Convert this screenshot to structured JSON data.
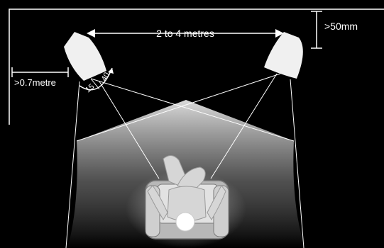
{
  "labels": {
    "speaker_spacing": "2 to 4 metres",
    "ceiling_clearance": ">50mm",
    "wall_clearance": ">0.7metre",
    "toe_in_min": "15",
    "toe_in_max": "40"
  },
  "colors": {
    "background": "#000000",
    "lines": "#ffffff",
    "speaker": "#f2f2f2",
    "listening_area_top": "#f0f0f0",
    "listening_area_bottom": "#000000",
    "chair": "#bdbdbd"
  }
}
